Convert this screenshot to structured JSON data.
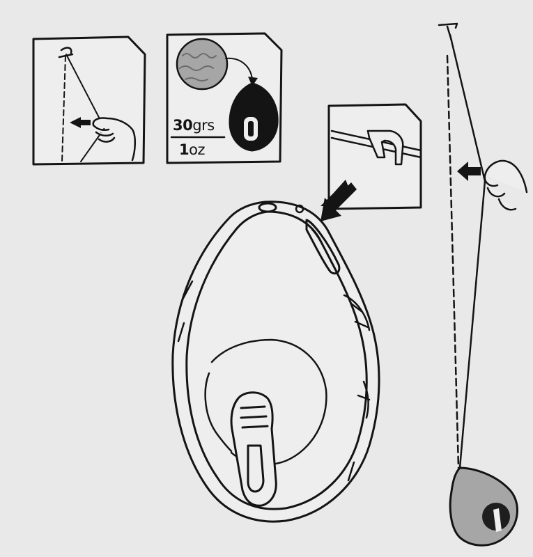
{
  "weight_label": {
    "grams_value": "30",
    "grams_unit": "grs",
    "ounces_value": "1",
    "ounces_unit": "oz"
  },
  "colors": {
    "background": "#e9e9e9",
    "ink": "#141414",
    "chalk_fill": "#a6a6a6",
    "panel_fill": "#eeeeee"
  },
  "icons": [
    "hand-icon",
    "arrow-left-icon",
    "arrow-down-left-icon",
    "chalk-line-reel-icon",
    "hook-icon",
    "chalk-powder-icon"
  ]
}
